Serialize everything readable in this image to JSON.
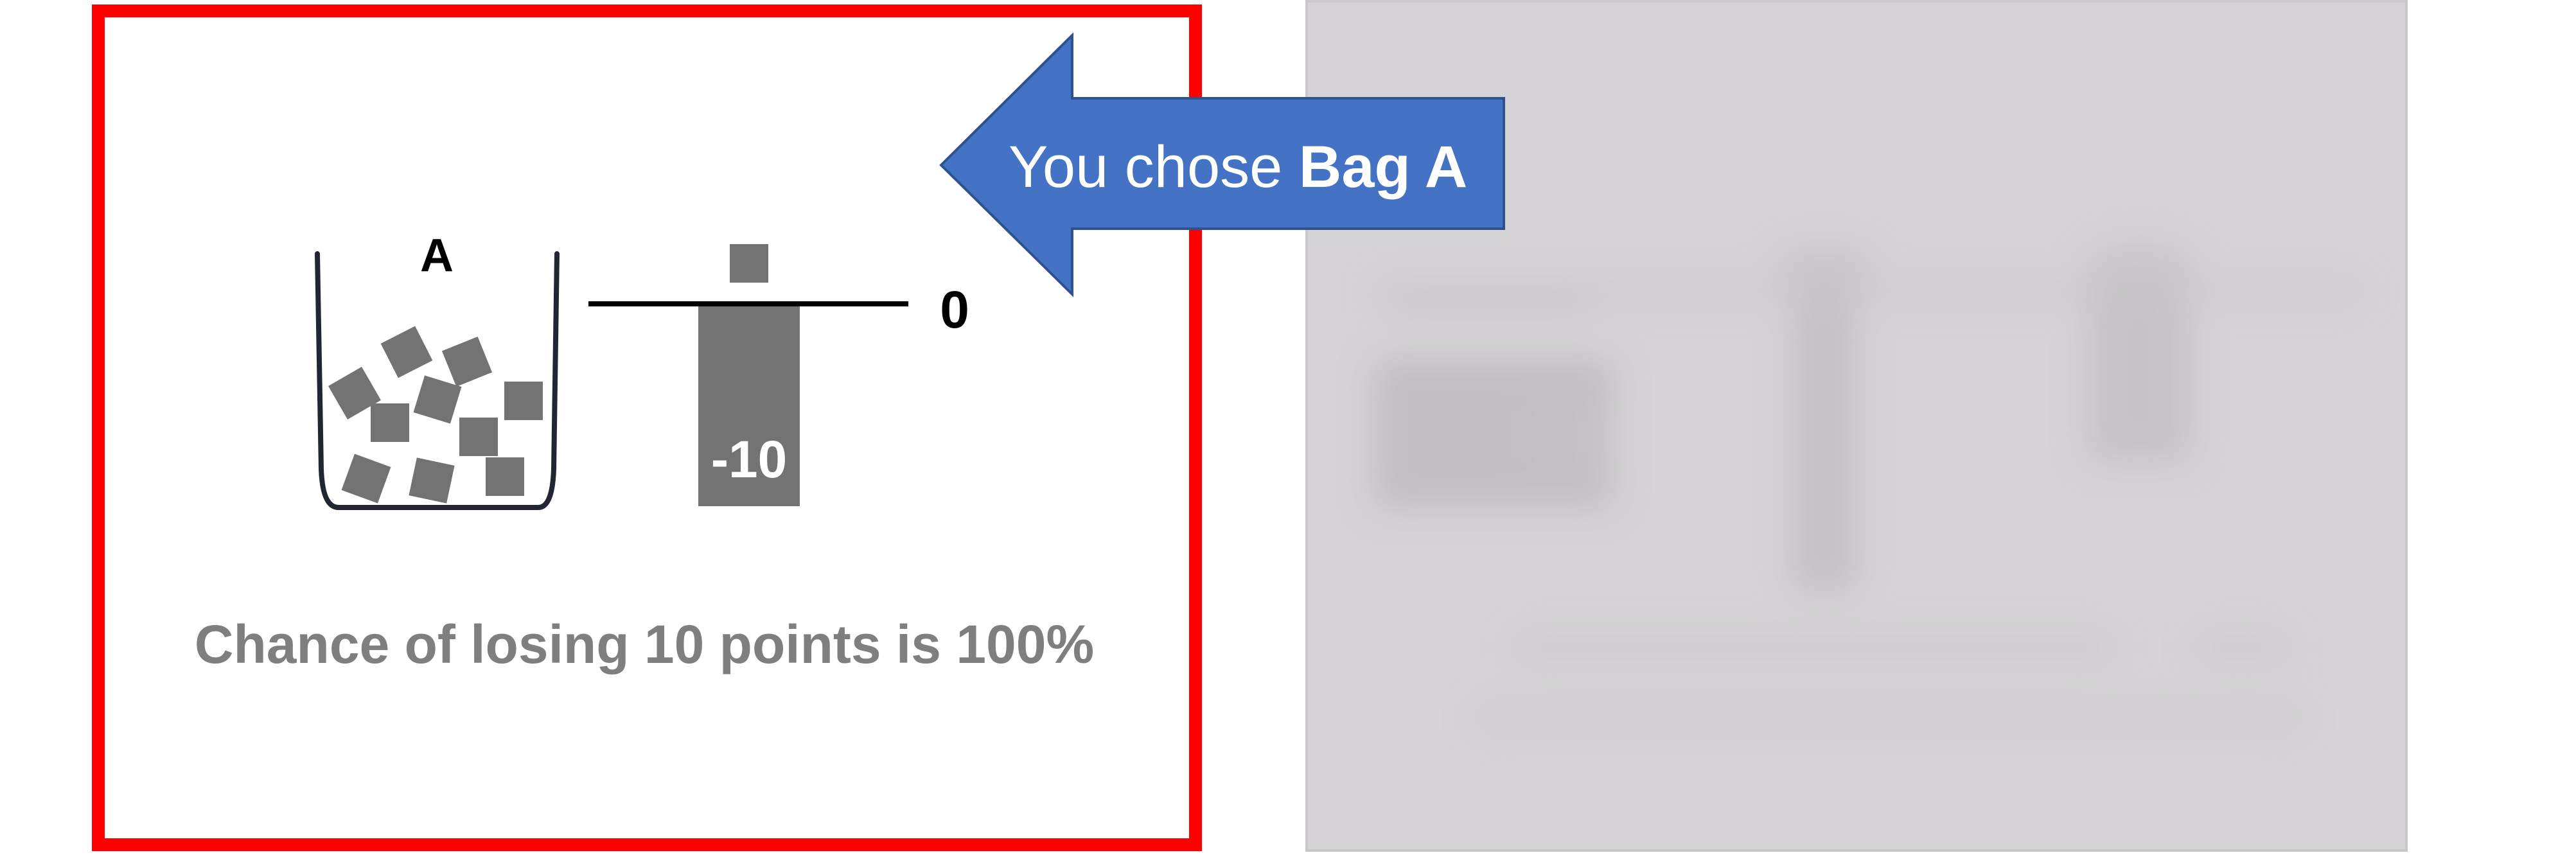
{
  "bag": {
    "label": "A",
    "outline_color": "#222633"
  },
  "outcome": {
    "zero_label": "0",
    "bar_label": "-10",
    "value": -10,
    "bar_color": "#737373"
  },
  "caption": {
    "text": "Chance of losing 10 points is 100%",
    "color": "#7f7f7f"
  },
  "callout": {
    "prefix": "You chose ",
    "emphasis": "Bag A",
    "fill": "#4472c4",
    "stroke": "#2f528f"
  },
  "frame": {
    "highlight_color": "#ff0000"
  },
  "hidden_option": {
    "fill": "#d5d3d5",
    "state": "blurred"
  }
}
